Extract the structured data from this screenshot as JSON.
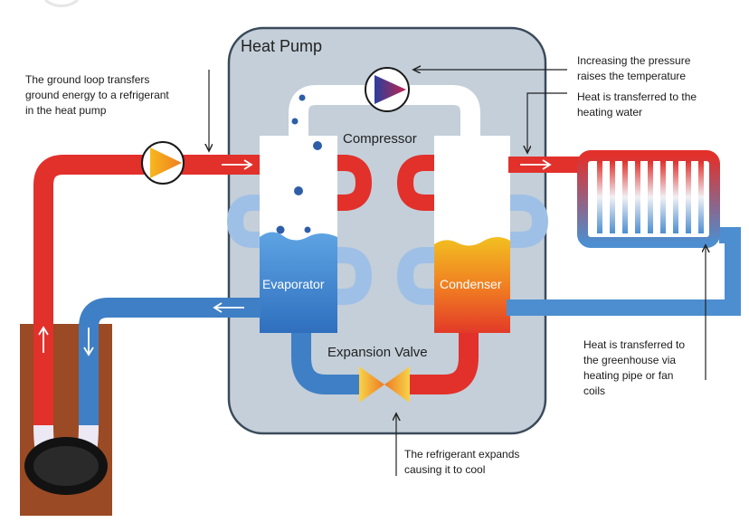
{
  "diagram": {
    "title": "Heat Pump",
    "components": {
      "compressor": "Compressor",
      "evaporator": "Evaporator",
      "condenser": "Condenser",
      "expansion_valve": "Expansion Valve"
    },
    "annotations": {
      "ground_loop": [
        "The ground loop transfers",
        "ground energy to a refrigerant",
        "in the heat pump"
      ],
      "pressure": [
        "Increasing the pressure",
        "raises the temperature"
      ],
      "heating_water": [
        "Heat is transferred to the",
        "heating water"
      ],
      "greenhouse": [
        "Heat is transferred to",
        "the greenhouse via",
        "heating pipe or fan",
        "coils"
      ],
      "expands": [
        "The refrigerant expands",
        "causing it to cool"
      ]
    },
    "colors": {
      "hot": "#e2302b",
      "cold": "#3f7fc6",
      "light_blue": "#9fc0e6",
      "housing": "#c4cfd9",
      "housing_border": "#3a4a5a",
      "ground": "#9a4a24"
    }
  }
}
